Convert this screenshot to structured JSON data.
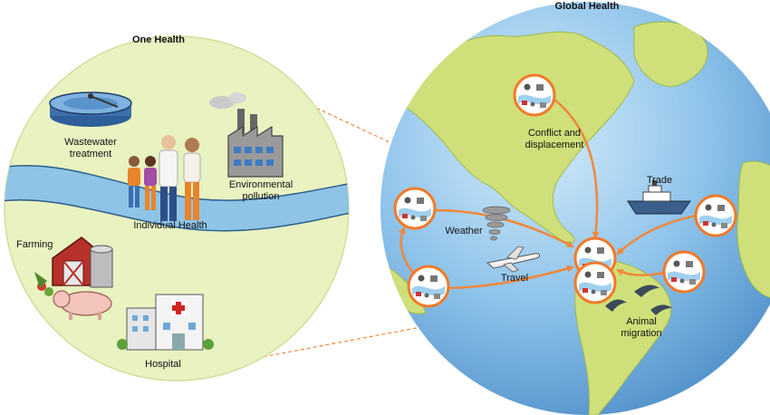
{
  "titles": {
    "one_health": "One Health",
    "global_health": "Global Health"
  },
  "one_health_labels": {
    "wastewater_1": "Wastewater",
    "wastewater_2": "treatment",
    "env_1": "Environmental",
    "env_2": "pollution",
    "individual": "Individual Health",
    "farming": "Farming",
    "hospital": "Hospital"
  },
  "global_labels": {
    "conflict_1": "Conflict and",
    "conflict_2": "displacement",
    "trade": "Trade",
    "weather": "Weather",
    "travel": "Travel",
    "animal_1": "Animal",
    "animal_2": "migration"
  },
  "icons": [
    "wastewater-tank-icon",
    "factory-icon",
    "family-icon",
    "barn-icon",
    "pig-icon",
    "hospital-icon",
    "ship-icon",
    "airplane-icon",
    "tornado-icon",
    "birds-icon"
  ],
  "colors": {
    "one_health_bg": "#e9f2c1",
    "river": "#8fc4e6",
    "ocean": "#7fb7e4",
    "land": "#cfe07a",
    "arrow": "#f0883a",
    "node_ring": "#f07a2a"
  }
}
